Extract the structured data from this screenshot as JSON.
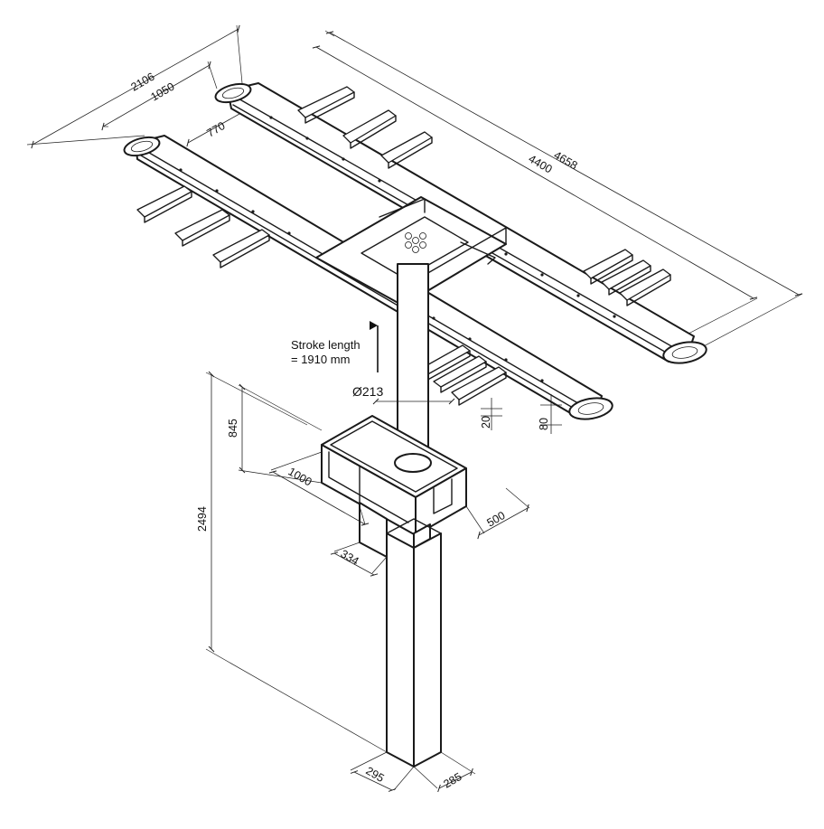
{
  "dimensions": {
    "d2106": "2106",
    "d1050": "1050",
    "d770": "770",
    "d4658": "4658",
    "d4400": "4400",
    "d845": "845",
    "d2494": "2494",
    "d1000": "1000",
    "d334": "334",
    "d500": "500",
    "d295": "295",
    "d285": "285",
    "d20": "20",
    "d80": "80"
  },
  "labels": {
    "diameter": "Ø213",
    "stroke_line1": "Stroke length",
    "stroke_line2": "= 1910 mm"
  }
}
